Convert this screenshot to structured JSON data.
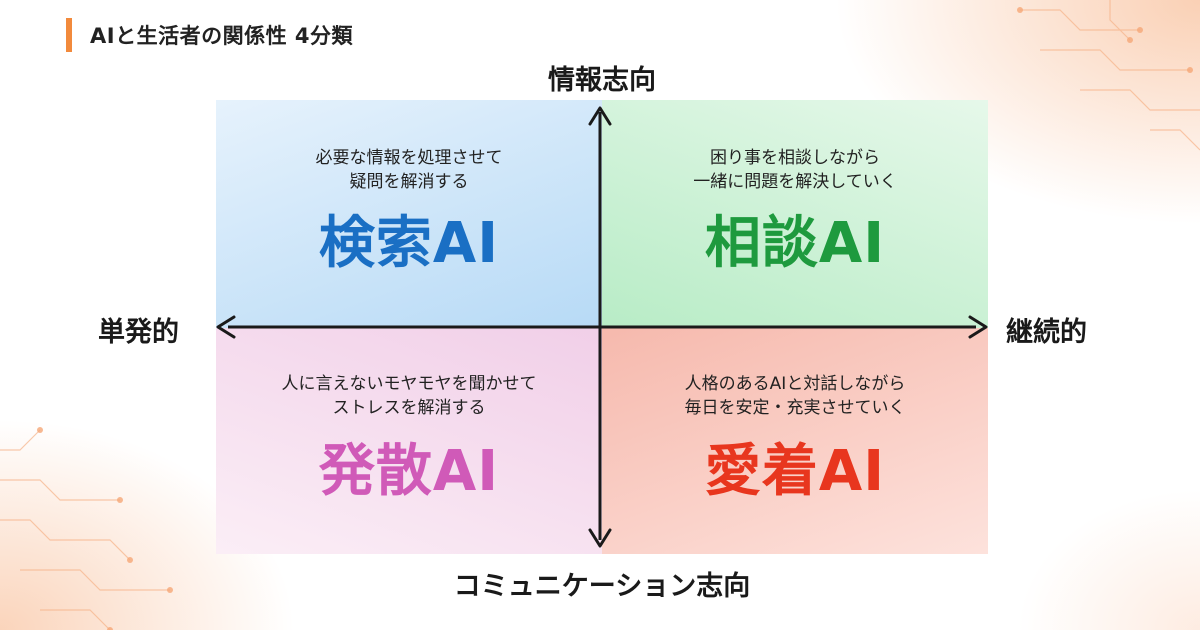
{
  "header": {
    "title": "AIと生活者の関係性 4分類"
  },
  "axes": {
    "top": "情報志向",
    "bottom": "コミュニケーション志向",
    "left": "単発的",
    "right": "継続的"
  },
  "quadrants": [
    {
      "position": "top-left",
      "desc_lines": [
        "必要な情報を処理させて",
        "疑問を解消する"
      ],
      "name": "検索AI",
      "color": "#1a6fc4"
    },
    {
      "position": "top-right",
      "desc_lines": [
        "困り事を相談しながら",
        "一緒に問題を解決していく"
      ],
      "name": "相談AI",
      "color": "#1e9a3e"
    },
    {
      "position": "bottom-left",
      "desc_lines": [
        "人に言えないモヤモヤを聞かせて",
        "ストレスを解消する"
      ],
      "name": "発散AI",
      "color": "#d05ab8"
    },
    {
      "position": "bottom-right",
      "desc_lines": [
        "人格のあるAIと対話しながら",
        "毎日を安定・充実させていく"
      ],
      "name": "愛着AI",
      "color": "#e8361e"
    }
  ],
  "colors": {
    "accent": "#f28a3c",
    "axis": "#1a1a1a"
  }
}
